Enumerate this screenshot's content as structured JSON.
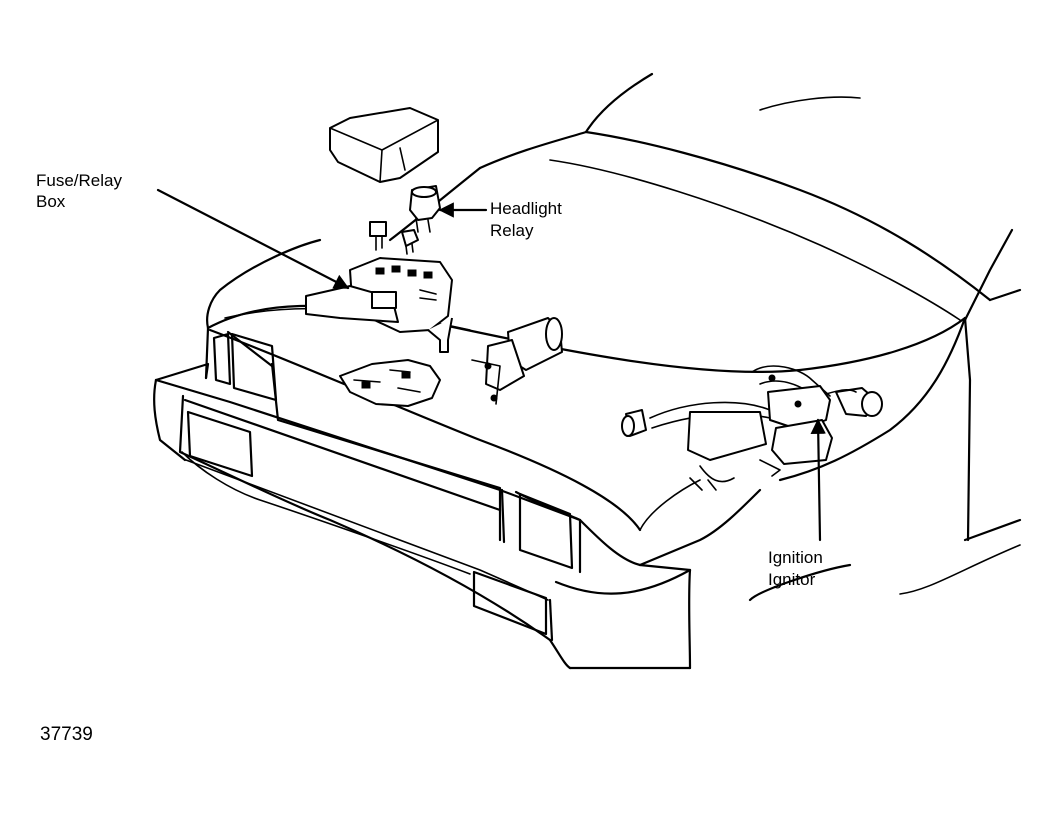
{
  "labels": {
    "fuse_relay_box": [
      "Fuse/Relay",
      "Box"
    ],
    "headlight_relay": [
      "Headlight",
      "Relay"
    ],
    "ignition_ignitor": [
      "Ignition",
      "Ignitor"
    ]
  },
  "figure_number": "37739"
}
